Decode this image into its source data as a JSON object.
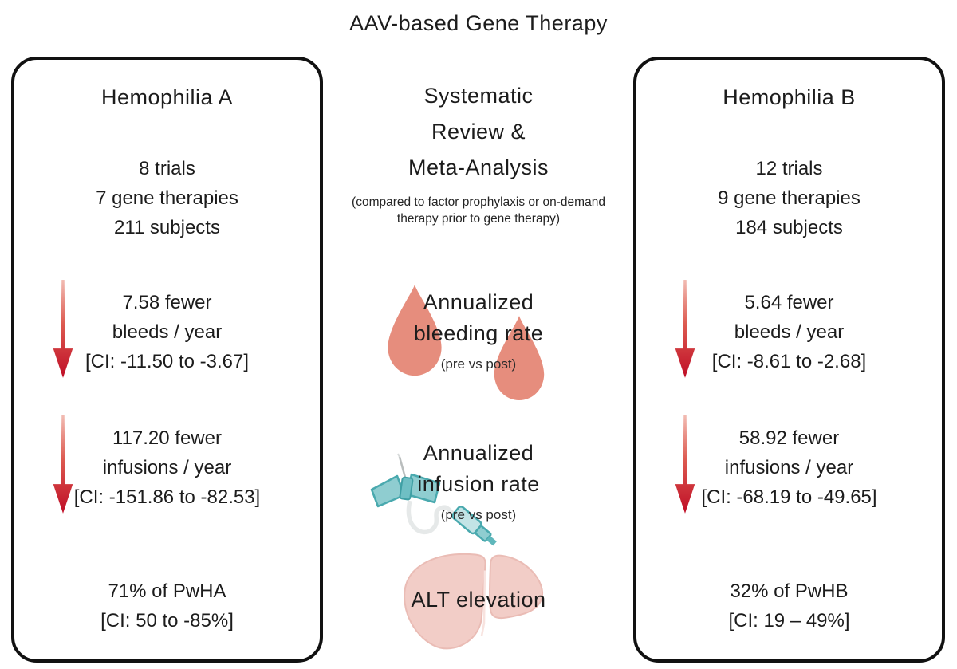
{
  "title": "AAV-based Gene Therapy",
  "left_panel": {
    "heading": "Hemophilia A",
    "stats": [
      "8 trials",
      "7 gene therapies",
      "211 subjects"
    ],
    "bleeds": {
      "line1": "7.58 fewer",
      "line2": "bleeds / year",
      "ci": "[CI: -11.50 to -3.67]"
    },
    "infusions": {
      "line1": "117.20 fewer",
      "line2": "infusions / year",
      "ci": "[CI: -151.86 to -82.53]"
    },
    "alt": {
      "line1": "71% of PwHA",
      "ci": "[CI: 50 to -85%]"
    }
  },
  "center_panel": {
    "heading_lines": [
      "Systematic",
      "Review &",
      "Meta-Analysis"
    ],
    "subtitle": "(compared to factor prophylaxis or on-demand therapy prior to gene therapy)",
    "bleeding_outcome": {
      "line1": "Annualized",
      "line2": "bleeding rate",
      "note": "(pre vs post)"
    },
    "infusion_outcome": {
      "line1": "Annualized",
      "line2": "infusion rate",
      "note": "(pre vs post)"
    },
    "alt_outcome": {
      "label": "ALT elevation"
    }
  },
  "right_panel": {
    "heading": "Hemophilia B",
    "stats": [
      "12 trials",
      "9 gene therapies",
      "184 subjects"
    ],
    "bleeds": {
      "line1": "5.64 fewer",
      "line2": "bleeds / year",
      "ci": "[CI: -8.61 to -2.68]"
    },
    "infusions": {
      "line1": "58.92 fewer",
      "line2": "infusions / year",
      "ci": "[CI: -68.19 to -49.65]"
    },
    "alt": {
      "line1": "32% of PwHB",
      "ci": "[CI: 19 – 49%]"
    }
  },
  "icons": {
    "decrease_arrow": "red-down-arrow",
    "bleeding": "blood-drops-icon",
    "infusion": "infusion-set-icon",
    "alt": "liver-icon"
  },
  "colors": {
    "text": "#1c1c1c",
    "panel_border": "#111111",
    "arrow_red_dark": "#bf0d26",
    "arrow_red_light": "#f0b3ab",
    "blood_drop": "#e68d7d",
    "liver_fill": "#f2cdc7",
    "liver_edge": "#eabcb5",
    "catheter_teal": "#8fcdd0",
    "catheter_teal_dark": "#49a9ae"
  }
}
